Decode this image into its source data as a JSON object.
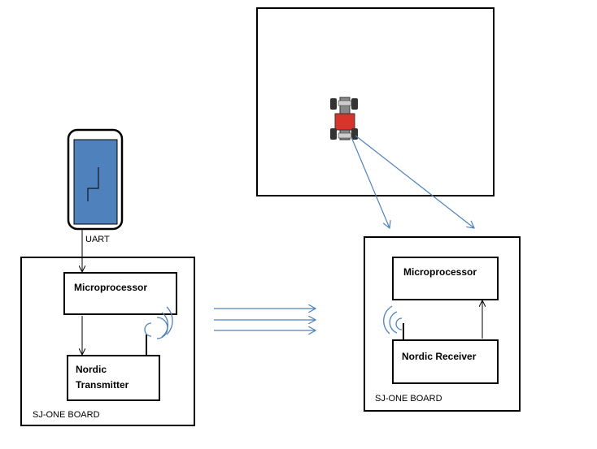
{
  "phone": {
    "interface_label": "UART"
  },
  "transmitter_board": {
    "board_label": "SJ-ONE BOARD",
    "microprocessor_label": "Microprocessor",
    "radio_label_line1": "Nordic",
    "radio_label_line2": "Transmitter"
  },
  "receiver_board": {
    "board_label": "SJ-ONE BOARD",
    "microprocessor_label": "Microprocessor",
    "radio_label": "Nordic Receiver"
  },
  "colors": {
    "wireless_blue": "#4f81bd",
    "phone_screen": "#4f81bd",
    "car_red": "#d9342b"
  },
  "icons": [
    "phone-icon",
    "rc-car-icon",
    "wireless-signal-icon",
    "wireless-signal-icon"
  ]
}
